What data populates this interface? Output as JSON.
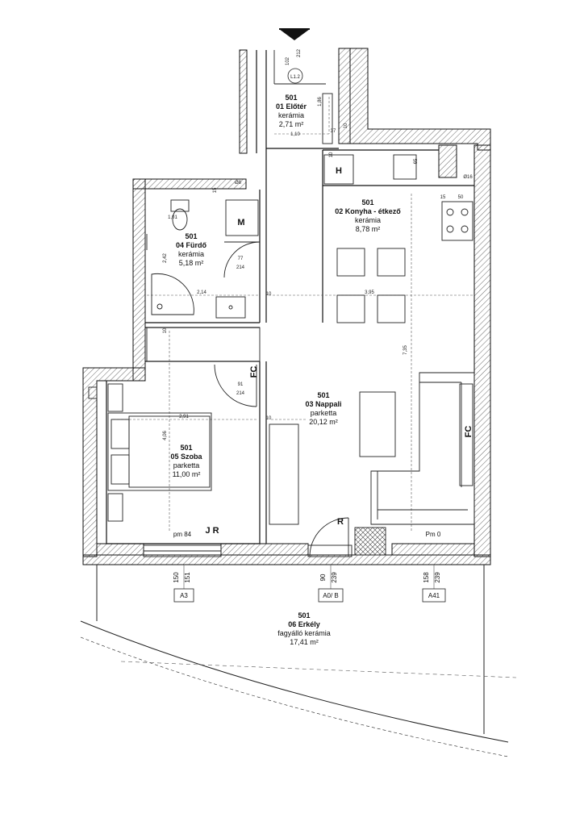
{
  "rooms": [
    {
      "id": "eloter",
      "number": "501",
      "name": "01 Előtér",
      "material": "kerámia",
      "area": "2,71 m²"
    },
    {
      "id": "konyha",
      "number": "501",
      "name": "02 Konyha - étkező",
      "material": "kerámia",
      "area": "8,78 m²"
    },
    {
      "id": "furdo",
      "number": "501",
      "name": "04 Fürdő",
      "material": "kerámia",
      "area": "5,18 m²"
    },
    {
      "id": "nappali",
      "number": "501",
      "name": "03 Nappali",
      "material": "parketta",
      "area": "20,12 m²"
    },
    {
      "id": "szoba",
      "number": "501",
      "name": "05 Szoba",
      "material": "parketta",
      "area": "11,00 m²"
    },
    {
      "id": "erkely",
      "number": "501",
      "name": "06 Erkély",
      "material": "fagyálló kerámia",
      "area": "17,41 m²"
    }
  ],
  "markers": {
    "m": "M",
    "h": "H",
    "r": "R",
    "jr": "J R",
    "fc1": "FC",
    "fc2": "FC",
    "l12": "L1.2"
  },
  "levels": {
    "pm84": "pm 84",
    "pm0": "Pm 0"
  },
  "window_tags": [
    {
      "id": "a3",
      "code": "A3",
      "dim1": "150",
      "dim2": "151"
    },
    {
      "id": "a0b",
      "code": "A0/ B",
      "dim1": "90",
      "dim2": "239"
    },
    {
      "id": "a41",
      "code": "A41",
      "dim1": "158",
      "dim2": "239"
    }
  ],
  "dimensions": {
    "d102": "102",
    "d212": "212",
    "d186": "1,86",
    "d110": "1,10",
    "d37": "37",
    "d10a": "10",
    "d10b": "10",
    "d65": "65",
    "d15a": "15",
    "d8": "Ø8",
    "d15b": "15",
    "d50": "50",
    "d16": "Ø16",
    "d101": "1,01",
    "d242": "2,42",
    "d77": "77",
    "d214a": "214",
    "d214b": "2,14",
    "d10c": "10",
    "d395": "3,95",
    "d735": "7,35",
    "d10d": "10",
    "d91": "91",
    "d214c": "214",
    "d291": "2,91",
    "d406": "4,06",
    "d10e": "10"
  }
}
